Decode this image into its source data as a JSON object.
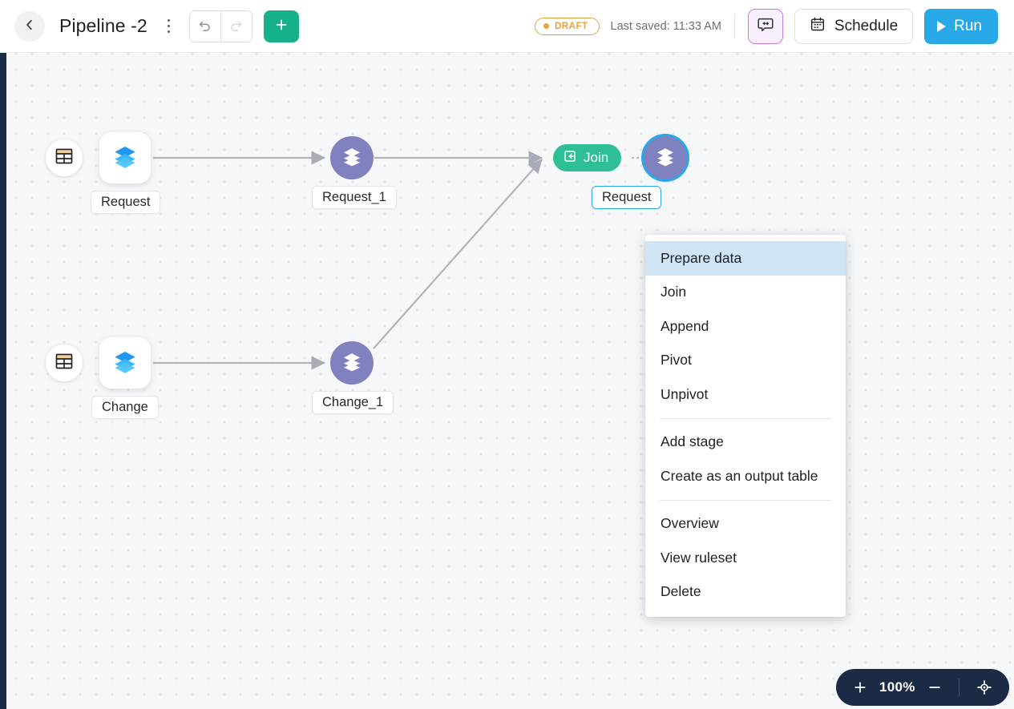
{
  "header": {
    "back_icon": "chevron-left-icon",
    "title": "Pipeline -2",
    "kebab_icon": "more-vertical-icon",
    "undo_icon": "undo-icon",
    "redo_icon": "redo-icon",
    "add_icon": "plus-icon",
    "status_badge": "DRAFT",
    "last_saved": "Last saved: 11:33 AM",
    "chat_icon": "chat-bubble-icon",
    "calendar_icon": "calendar-icon",
    "schedule_label": "Schedule",
    "run_icon": "play-icon",
    "run_label": "Run",
    "accent_green": "#17b189",
    "accent_blue": "#29a8e8",
    "draft_orange": "#e8a33d"
  },
  "canvas": {
    "nodes": [
      {
        "id": "src1",
        "icon": "table-icon",
        "type": "source"
      },
      {
        "id": "request",
        "icon": "layers-icon",
        "type": "dataset",
        "label": "Request"
      },
      {
        "id": "request_1",
        "icon": "layers-stack-icon",
        "type": "stage",
        "label": "Request_1"
      },
      {
        "id": "src2",
        "icon": "table-icon",
        "type": "source"
      },
      {
        "id": "change",
        "icon": "layers-icon",
        "type": "dataset",
        "label": "Change"
      },
      {
        "id": "change_1",
        "icon": "layers-stack-icon",
        "type": "stage",
        "label": "Change_1"
      },
      {
        "id": "join_badge",
        "icon": "join-icon",
        "type": "operation",
        "label": "Join"
      },
      {
        "id": "request_2",
        "icon": "layers-stack-icon",
        "type": "stage",
        "label": "Request",
        "selected": true
      }
    ],
    "node_purple": "#7f82bf",
    "join_teal": "#2fbf96",
    "selection_blue": "#29a8e8"
  },
  "context_menu": {
    "items": [
      {
        "label": "Prepare data",
        "active": true
      },
      {
        "label": "Join",
        "active": false
      },
      {
        "label": "Append",
        "active": false
      },
      {
        "label": "Pivot",
        "active": false
      },
      {
        "label": "Unpivot",
        "active": false
      },
      {
        "separator": true
      },
      {
        "label": "Add stage",
        "active": false
      },
      {
        "label": "Create as an output table",
        "active": false
      },
      {
        "separator": true
      },
      {
        "label": "Overview",
        "active": false
      },
      {
        "label": "View ruleset",
        "active": false
      },
      {
        "label": "Delete",
        "active": false
      }
    ],
    "highlight_color": "#cfe5f5"
  },
  "zoom_control": {
    "zoom_in_icon": "plus-icon",
    "level": "100%",
    "zoom_out_icon": "minus-icon",
    "recenter_icon": "crosshair-icon",
    "background": "#1c2b45"
  }
}
